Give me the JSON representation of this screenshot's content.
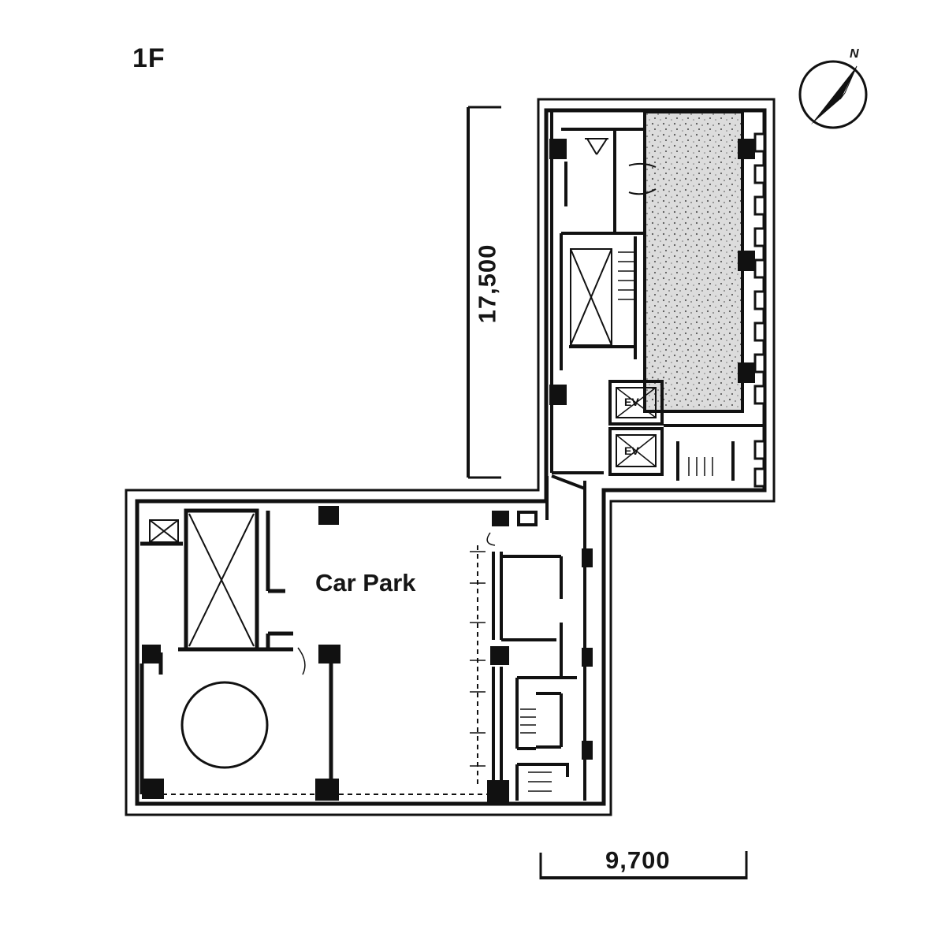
{
  "floor": {
    "label": "1F"
  },
  "rooms": {
    "car_park": "Car Park"
  },
  "dimensions": {
    "depth": "17,500",
    "width": "9,700"
  },
  "compass": {
    "north": "N"
  },
  "elevators": {
    "a": "EV",
    "b": "EV"
  }
}
